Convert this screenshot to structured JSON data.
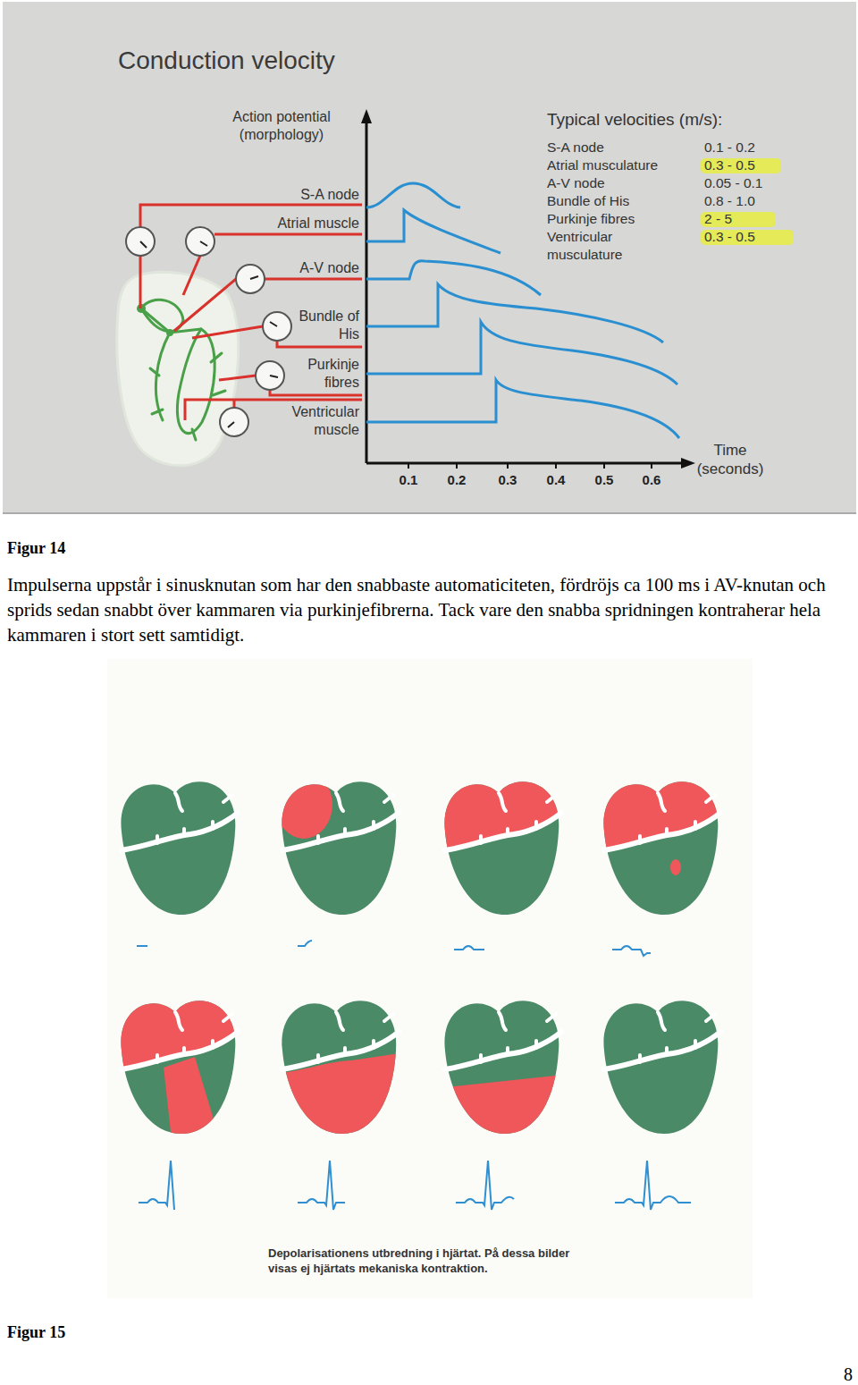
{
  "diagram": {
    "title": "Conduction velocity",
    "caption": "Impulserna uppstår i sinusknutan som har den snabbaste automaticiteten, fördröjs ca 100 ms i AV-knutan och sprids sedan snabbt över kammaren via purkinjefibrerna. Tack vare den snabba spridningen kontraherar hela kammaren i stort sett samtidigt.",
    "labels": [
      "Action potential (morphology)",
      "S-A node",
      "Atrial muscle",
      "A-V node",
      "Bundle of His",
      "Purkinje fibres",
      "Ventricular muscle",
      "Time (seconds)",
      "0.1",
      "0.2",
      "0.3",
      "0.4",
      "0.5",
      "0.6",
      "Typical velocities (m/s):",
      "S-A node",
      "Atrial musculature",
      "A-V node",
      "Bundle of His",
      "Purkinje fibres",
      "Ventricular musculature",
      "0.1 - 0.2",
      "0.3 - 0.5",
      "0.05 - 0.1",
      "0.8 - 1.0",
      "2 - 5",
      "0.3 - 0.5",
      "Figur 14",
      "Depolarisationens utbredning i hjärtat. På dessa bilder visas ej hjärtats mekaniska kontraktion.",
      "Figur 15",
      "8"
    ]
  }
}
